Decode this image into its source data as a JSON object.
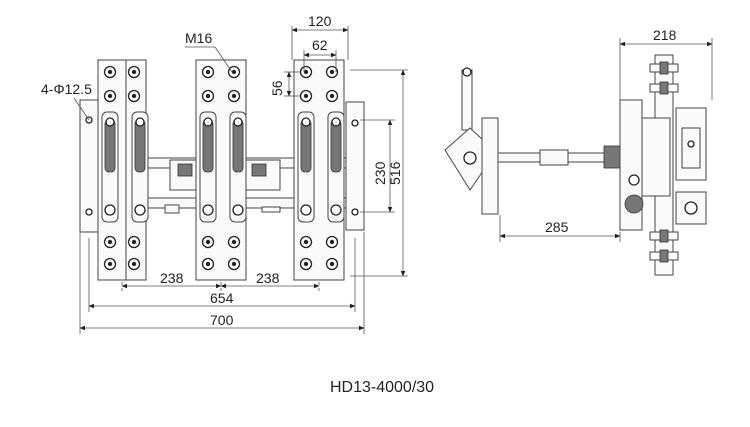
{
  "figure": {
    "caption": "HD13-4000/30",
    "front_view": {
      "dims": {
        "hole_spec": "4-Φ12.5",
        "thread": "M16",
        "bar_width": "120",
        "hole_spacing": "62",
        "hole_pitch": "56",
        "mount_height": "230",
        "overall_height": "516",
        "phase_left": "238",
        "phase_right": "238",
        "mount_width": "654",
        "overall_width": "700"
      }
    },
    "side_view": {
      "dims": {
        "depth": "218",
        "handle_reach": "285"
      }
    }
  }
}
